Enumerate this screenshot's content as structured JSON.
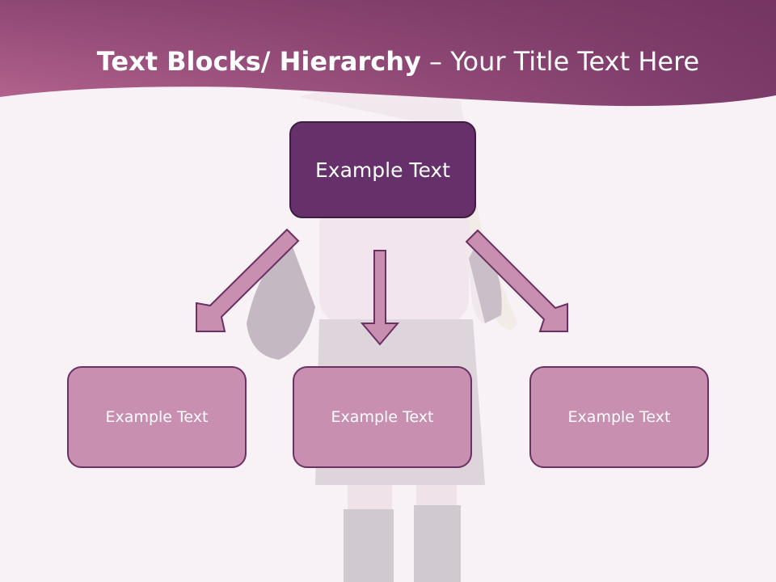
{
  "slide": {
    "title_bold": "Text Blocks/ Hierarchy",
    "title_rest": " – Your Title Text Here"
  },
  "diagram": {
    "top": "Example Text",
    "children": [
      "Example Text",
      "Example Text",
      "Example Text"
    ]
  },
  "colors": {
    "header_start": "#b5648f",
    "header_end": "#7c3b6a",
    "top_box": "#66306a",
    "child_box": "#c98fb0",
    "arrow_fill": "#c98fb0",
    "border": "#6a3162"
  }
}
